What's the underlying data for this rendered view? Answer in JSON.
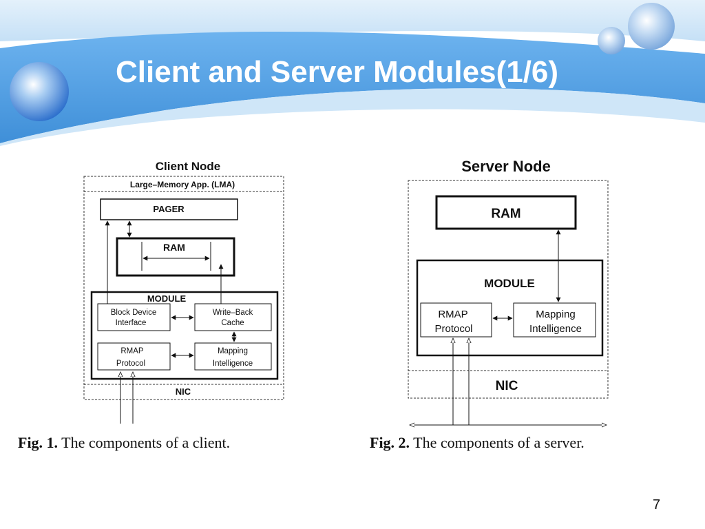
{
  "slide": {
    "title": "Client and Server Modules(1/6)",
    "page_number": "7"
  },
  "client_figure": {
    "heading": "Client Node",
    "lma": "Large–Memory App. (LMA)",
    "pager": "PAGER",
    "ram": "RAM",
    "module": "MODULE",
    "block_device_line1": "Block Device",
    "block_device_line2": "Interface",
    "write_back_line1": "Write–Back",
    "write_back_line2": "Cache",
    "rmap_line1": "RMAP",
    "rmap_line2": "Protocol",
    "mapping_line1": "Mapping",
    "mapping_line2": "Intelligence",
    "nic": "NIC",
    "caption_label": "Fig. 1.",
    "caption_text": "The components of a client."
  },
  "server_figure": {
    "heading": "Server Node",
    "ram": "RAM",
    "module": "MODULE",
    "rmap_line1": "RMAP",
    "rmap_line2": "Protocol",
    "mapping_line1": "Mapping",
    "mapping_line2": "Intelligence",
    "nic": "NIC",
    "caption_label": "Fig. 2.",
    "caption_text": "The components of a server."
  },
  "colors": {
    "banner_blue": "#4f9ee3",
    "banner_light": "#cfe6f8",
    "title_text": "#ffffff"
  }
}
